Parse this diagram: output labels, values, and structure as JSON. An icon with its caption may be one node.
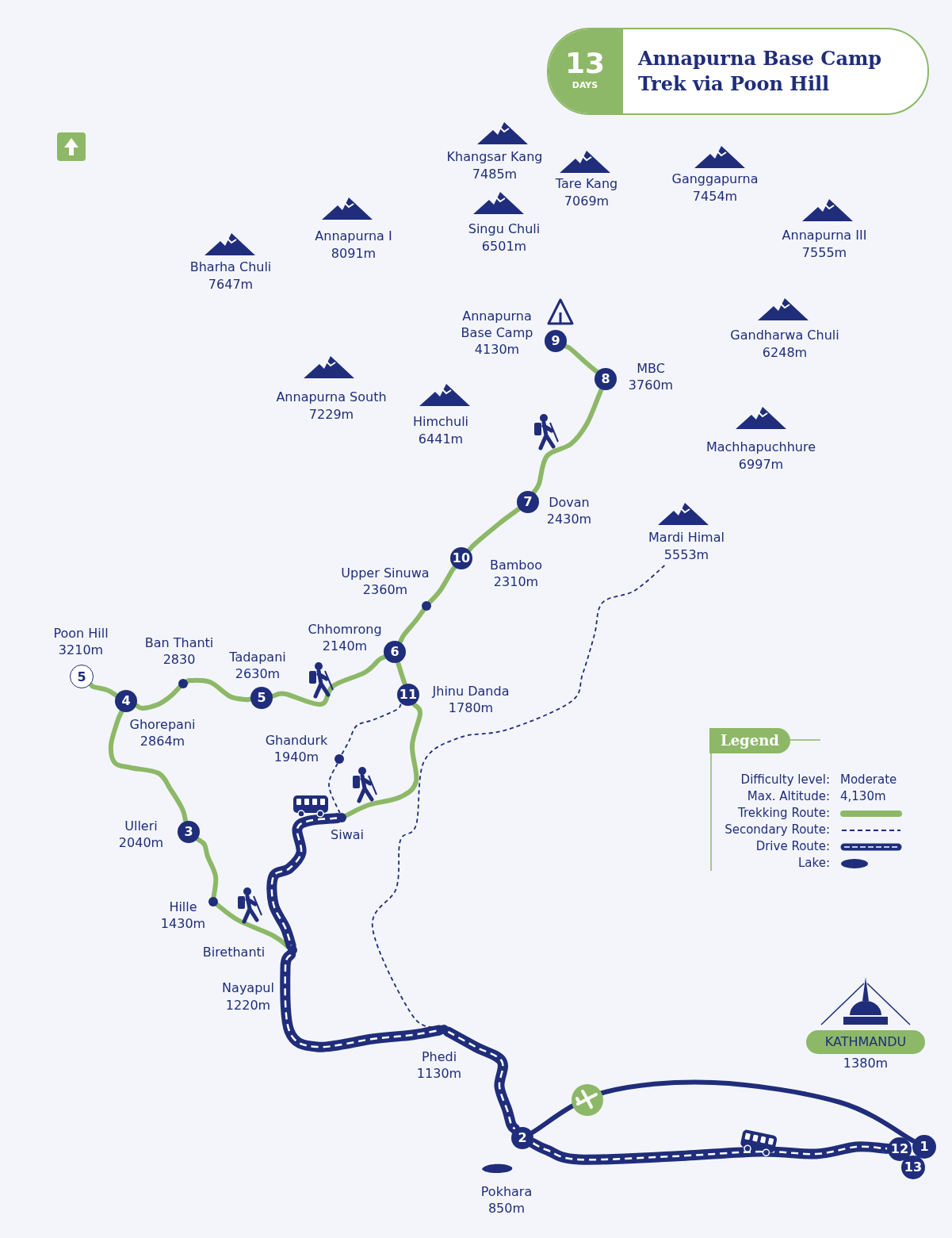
{
  "diagram": {
    "title": "Annapurna Base Camp Trek via Poon Hill",
    "nodes": [
      {
        "text": [
          "KATHMANDU"
        ],
        "beside": [
          "1380m"
        ]
      },
      {
        "text": [
          "1"
        ]
      },
      {
        "text": [
          "12"
        ]
      },
      {
        "text": [
          "13"
        ]
      },
      {
        "text": [
          "2"
        ],
        "beside": [
          "Pokhara",
          "850m"
        ]
      },
      {
        "text": [],
        "shape": "circle",
        "beside": [
          "Phedi",
          "1130m"
        ]
      },
      {
        "text": [],
        "shape": "circle",
        "beside": [
          "Birethanti"
        ]
      },
      {
        "text": [],
        "shape": "circle",
        "beside": [
          "Hille",
          "1430m"
        ]
      },
      {
        "text": [
          "3"
        ],
        "beside": [
          "Ulleri",
          "2040m"
        ]
      },
      {
        "text": [
          "4"
        ],
        "beside": [
          "Ghorepani",
          "2864m"
        ]
      },
      {
        "text": [
          "5"
        ],
        "beside": [
          "Poon Hill",
          "3210m"
        ]
      },
      {
        "text": [],
        "shape": "circle",
        "beside": [
          "Ban Thanti",
          "2830"
        ]
      },
      {
        "text": [
          "5"
        ],
        "beside": [
          "Tadapani",
          "2630m"
        ]
      },
      {
        "text": [
          "6"
        ],
        "beside": [
          "Chhomrong",
          "2140m"
        ]
      },
      {
        "text": [],
        "shape": "circle",
        "beside": [
          "Upper Sinuwa",
          "2360m"
        ]
      },
      {
        "text": [
          "10"
        ],
        "beside": [
          "Bamboo",
          "2310m"
        ]
      },
      {
        "text": [
          "7"
        ],
        "beside": [
          "Dovan",
          "2430m"
        ]
      },
      {
        "text": [
          "8"
        ],
        "beside": [
          "MBC",
          "3760m"
        ]
      },
      {
        "text": [
          "9"
        ],
        "beside": [
          "Annapurna Base Camp",
          "4130m"
        ]
      },
      {
        "text": [
          "11"
        ],
        "beside": [
          "Jhinu Danda",
          "1780m"
        ]
      },
      {
        "text": [],
        "shape": "circle",
        "beside": [
          "Ghandurk",
          "1940m"
        ]
      },
      {
        "text": [],
        "shape": "circle",
        "beside": [
          "Siwai"
        ]
      },
      {
        "text": [
          "Mardi Himal",
          "5553m"
        ]
      }
    ],
    "edges": [
      {
        "from": 6,
        "to": 7,
        "arrow": "none"
      },
      {
        "from": 7,
        "to": 8,
        "arrow": "none"
      },
      {
        "from": 8,
        "to": 9,
        "arrow": "none"
      },
      {
        "from": 9,
        "to": 10,
        "arrow": "none"
      },
      {
        "from": 9,
        "to": 11,
        "arrow": "none"
      },
      {
        "from": 11,
        "to": 12,
        "arrow": "none"
      },
      {
        "from": 12,
        "to": 13,
        "arrow": "none"
      },
      {
        "from": 13,
        "to": 14,
        "arrow": "none"
      },
      {
        "from": 14,
        "to": 15,
        "arrow": "none"
      },
      {
        "from": 15,
        "to": 16,
        "arrow": "none"
      },
      {
        "from": 16,
        "to": 17,
        "arrow": "none"
      },
      {
        "from": 17,
        "to": 18,
        "arrow": "none"
      },
      {
        "from": 13,
        "to": 19,
        "arrow": "none"
      },
      {
        "from": 19,
        "to": 21,
        "arrow": "none"
      },
      {
        "from": 21,
        "to": 6,
        "arrow": "none",
        "style": "thick",
        "color": "#1f2d7b"
      },
      {
        "from": 6,
        "to": 5,
        "arrow": "none",
        "style": "thick",
        "color": "#1f2d7b"
      },
      {
        "from": 5,
        "to": 4,
        "arrow": "none",
        "style": "thick",
        "color": "#1f2d7b"
      },
      {
        "from": 4,
        "to": 2,
        "arrow": "none",
        "style": "thick",
        "color": "#1f2d7b"
      },
      {
        "from": 1,
        "to": 4,
        "arrow": "none",
        "color": "#1f2d7b"
      },
      {
        "from": 19,
        "to": 20,
        "arrow": "none",
        "style": "dashed",
        "color": "#1f2d7b"
      },
      {
        "from": 20,
        "to": 21,
        "arrow": "none",
        "style": "dashed",
        "color": "#1f2d7b"
      },
      {
        "from": 5,
        "to": 22,
        "arrow": "none",
        "style": "dashed",
        "color": "#1f2d7b"
      }
    ],
    "labels": [
      "13",
      "DAYS",
      "Khangsar Kang",
      "7485m",
      "Tare Kang",
      "7069m",
      "Ganggapurna",
      "7454m",
      "Singu Chuli",
      "6501m",
      "Annapurna I",
      "8091m",
      "Annapurna III",
      "7555m",
      "Bharha Chuli",
      "7647m",
      "Gandharwa Chuli",
      "6248m",
      "Annapurna South",
      "7229m",
      "Himchuli",
      "6441m",
      "Machhapuchhure",
      "6997m",
      "Nayapul",
      "1220m",
      "Legend",
      "Difficulty level:",
      "Moderate",
      "Max. Altitude:",
      "4,130m"
    ],
    "legend": [
      {
        "text": "Trekking Route:"
      },
      {
        "text": "Secondary Route:"
      },
      {
        "text": "Drive Route:"
      },
      {
        "text": "Lake:"
      }
    ]
  }
}
